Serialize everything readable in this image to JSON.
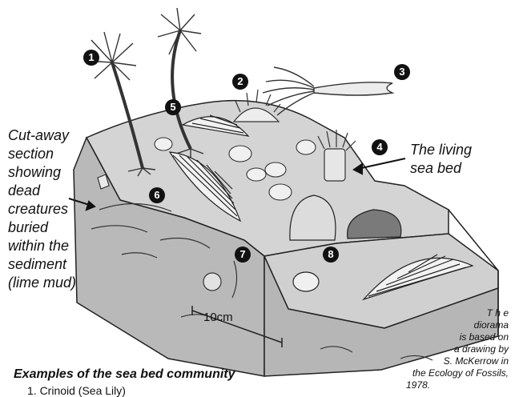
{
  "labels": {
    "cutaway": [
      "Cut-away",
      "section",
      "showing",
      "dead",
      "creatures",
      "buried",
      "within the",
      "sediment",
      "(lime mud)"
    ],
    "living": [
      "The living",
      "sea bed"
    ],
    "scale": "10cm"
  },
  "markers": [
    "1",
    "2",
    "3",
    "4",
    "5",
    "6",
    "7",
    "8"
  ],
  "credit": [
    "T h e",
    "diorama",
    "is based on",
    "a drawing by",
    "S. McKerrow in",
    "the Ecology of Fossils,",
    "1978."
  ],
  "examples": {
    "title": "Examples of the sea bed community",
    "items": [
      "1. Crinoid (Sea Lily)"
    ]
  }
}
